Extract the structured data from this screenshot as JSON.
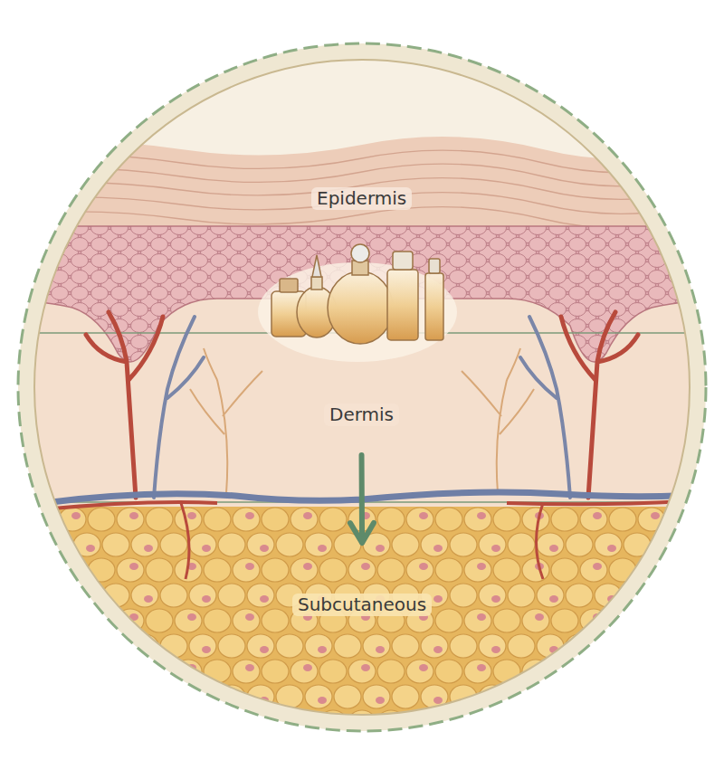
{
  "diagram": {
    "nodes": [
      {
        "text": [
          "Epidermis"
        ]
      },
      {
        "text": [
          "Dermis"
        ]
      },
      {
        "text": [
          "Subcutaneous"
        ]
      }
    ],
    "edges": [
      {
        "from": 1,
        "to": 2,
        "arrow": "to"
      }
    ]
  }
}
